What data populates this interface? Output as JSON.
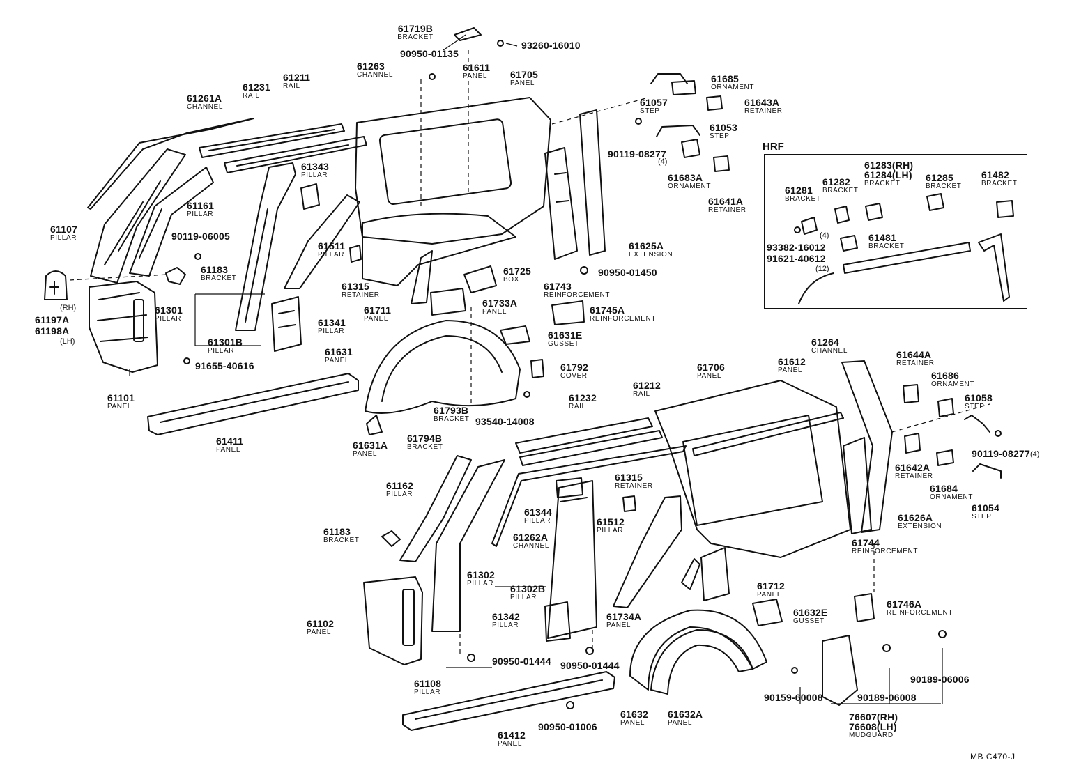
{
  "title": "",
  "footer_code": "MB  C470-J",
  "hrf": {
    "title": "HRF"
  },
  "callouts": [
    {
      "id": "61719B",
      "desc": "BRACKET"
    },
    {
      "id": "93260-16010",
      "desc": ""
    },
    {
      "id": "90950-01135",
      "desc": ""
    },
    {
      "id": "61263",
      "desc": "CHANNEL"
    },
    {
      "id": "61611",
      "desc": "PANEL"
    },
    {
      "id": "61705",
      "desc": "PANEL"
    },
    {
      "id": "61211",
      "desc": "RAIL"
    },
    {
      "id": "61231",
      "desc": "RAIL"
    },
    {
      "id": "61261A",
      "desc": "CHANNEL"
    },
    {
      "id": "61343",
      "desc": "PILLAR"
    },
    {
      "id": "61161",
      "desc": "PILLAR"
    },
    {
      "id": "61107",
      "desc": "PILLAR"
    },
    {
      "id": "90119-06005",
      "desc": ""
    },
    {
      "id": "61183",
      "desc": "BRACKET"
    },
    {
      "id": "61511",
      "desc": "PILLAR"
    },
    {
      "id": "61315",
      "desc": "RETAINER"
    },
    {
      "id": "61301",
      "desc": "PILLAR"
    },
    {
      "id": "61341",
      "desc": "PILLAR"
    },
    {
      "id": "61301B",
      "desc": "PILLAR"
    },
    {
      "id": "91655-40616",
      "desc": ""
    },
    {
      "id": "61101",
      "desc": "PANEL"
    },
    {
      "id": "61711",
      "desc": "PANEL"
    },
    {
      "id": "61725",
      "desc": "BOX"
    },
    {
      "id": "61733A",
      "desc": "PANEL"
    },
    {
      "id": "61631",
      "desc": "PANEL"
    },
    {
      "id": "61631A",
      "desc": "PANEL"
    },
    {
      "id": "61411",
      "desc": "PANEL"
    },
    {
      "id": "61792",
      "desc": "COVER"
    },
    {
      "id": "61793B",
      "desc": "BRACKET"
    },
    {
      "id": "93540-14008",
      "desc": ""
    },
    {
      "id": "61794B",
      "desc": "BRACKET"
    },
    {
      "id": "61631E",
      "desc": "GUSSET"
    },
    {
      "id": "61745A",
      "desc": "REINFORCEMENT"
    },
    {
      "id": "61743",
      "desc": "REINFORCEMENT"
    },
    {
      "id": "90950-01450",
      "desc": ""
    },
    {
      "id": "61625A",
      "desc": "EXTENSION"
    },
    {
      "id": "61685",
      "desc": "ORNAMENT"
    },
    {
      "id": "61057",
      "desc": "STEP"
    },
    {
      "id": "61643A",
      "desc": "RETAINER"
    },
    {
      "id": "61053",
      "desc": "STEP"
    },
    {
      "id": "90119-08277",
      "desc": ""
    },
    {
      "id": "61683A",
      "desc": "ORNAMENT"
    },
    {
      "id": "61641A",
      "desc": "RETAINER"
    },
    {
      "id": "61283(RH)",
      "desc": ""
    },
    {
      "id": "61284(LH)",
      "desc": "BRACKET"
    },
    {
      "id": "61285",
      "desc": "BRACKET"
    },
    {
      "id": "61482",
      "desc": "BRACKET"
    },
    {
      "id": "61282",
      "desc": "BRACKET"
    },
    {
      "id": "61281",
      "desc": "BRACKET"
    },
    {
      "id": "61481",
      "desc": "BRACKET"
    },
    {
      "id": "93382-16012",
      "desc": ""
    },
    {
      "id": "91621-40612",
      "desc": ""
    },
    {
      "id": "61264",
      "desc": "CHANNEL"
    },
    {
      "id": "61612",
      "desc": "PANEL"
    },
    {
      "id": "61706",
      "desc": "PANEL"
    },
    {
      "id": "61212",
      "desc": "RAIL"
    },
    {
      "id": "61232",
      "desc": "RAIL"
    },
    {
      "id": "61644A",
      "desc": "RETAINER"
    },
    {
      "id": "61686",
      "desc": "ORNAMENT"
    },
    {
      "id": "61058",
      "desc": "STEP"
    },
    {
      "id": "90119-08277",
      "desc": ""
    },
    {
      "id": "61642A",
      "desc": "RETAINER"
    },
    {
      "id": "61684",
      "desc": "ORNAMENT"
    },
    {
      "id": "61054",
      "desc": "STEP"
    },
    {
      "id": "61626A",
      "desc": "EXTENSION"
    },
    {
      "id": "61744",
      "desc": "REINFORCEMENT"
    },
    {
      "id": "61746A",
      "desc": "REINFORCEMENT"
    },
    {
      "id": "61162",
      "desc": "PILLAR"
    },
    {
      "id": "61344",
      "desc": "PILLAR"
    },
    {
      "id": "61262A",
      "desc": "CHANNEL"
    },
    {
      "id": "61315",
      "desc": "RETAINER"
    },
    {
      "id": "61512",
      "desc": "PILLAR"
    },
    {
      "id": "61183",
      "desc": "BRACKET"
    },
    {
      "id": "61302",
      "desc": "PILLAR"
    },
    {
      "id": "61302B",
      "desc": "PILLAR"
    },
    {
      "id": "61342",
      "desc": "PILLAR"
    },
    {
      "id": "61712",
      "desc": "PANEL"
    },
    {
      "id": "61734A",
      "desc": "PANEL"
    },
    {
      "id": "61632E",
      "desc": "GUSSET"
    },
    {
      "id": "61102",
      "desc": "PANEL"
    },
    {
      "id": "90950-01444",
      "desc": ""
    },
    {
      "id": "90950-01444",
      "desc": ""
    },
    {
      "id": "61108",
      "desc": "PILLAR"
    },
    {
      "id": "61632",
      "desc": "PANEL"
    },
    {
      "id": "61632A",
      "desc": "PANEL"
    },
    {
      "id": "90159-60008",
      "desc": ""
    },
    {
      "id": "90189-06008",
      "desc": ""
    },
    {
      "id": "90189-06006",
      "desc": ""
    },
    {
      "id": "76607(RH)",
      "desc": ""
    },
    {
      "id": "76608(LH)",
      "desc": "MUDGUARD"
    },
    {
      "id": "90950-01006",
      "desc": ""
    },
    {
      "id": "61412",
      "desc": "PANEL"
    },
    {
      "id": "61197A",
      "desc": ""
    },
    {
      "id": "61198A",
      "desc": ""
    }
  ],
  "side_notes": {
    "rh": "(RH)",
    "lh": "(LH)",
    "qty4_a": "(4)",
    "qty4_b": "(4)",
    "qty4_c": "(4)",
    "qty12": "(12)"
  }
}
